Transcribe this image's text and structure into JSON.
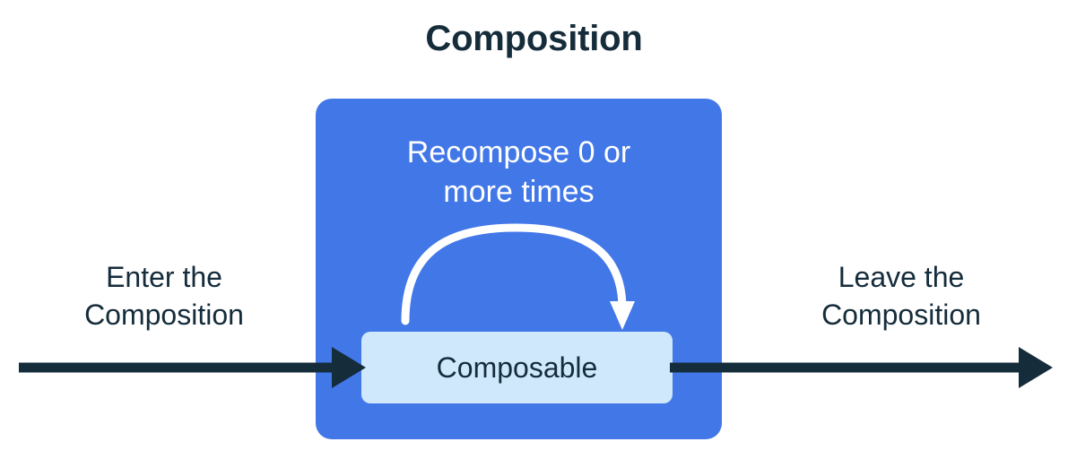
{
  "diagram": {
    "title": "Composition",
    "colors": {
      "background": "#ffffff",
      "panel_blue": "#4277E8",
      "composable_light_blue": "#CFE8FB",
      "text_dark": "#152C3B",
      "text_light": "#FFFFFF",
      "arrow_dark": "#152C3B",
      "arrow_light": "#FFFFFF"
    },
    "panel": {
      "name": "Composition",
      "caption_line_1": "Recompose 0 or",
      "caption_line_2": "more times",
      "caption_full": "Recompose 0 or more times",
      "recompose_arrow_label": "recompose-loop"
    },
    "composable": {
      "label": "Composable"
    },
    "enter_flow": {
      "caption_line_1": "Enter the",
      "caption_line_2": "Composition",
      "caption_full": "Enter the Composition",
      "arrow_direction": "right"
    },
    "leave_flow": {
      "caption_line_1": "Leave the",
      "caption_line_2": "Composition",
      "caption_full": "Leave the Composition",
      "arrow_direction": "right"
    }
  }
}
